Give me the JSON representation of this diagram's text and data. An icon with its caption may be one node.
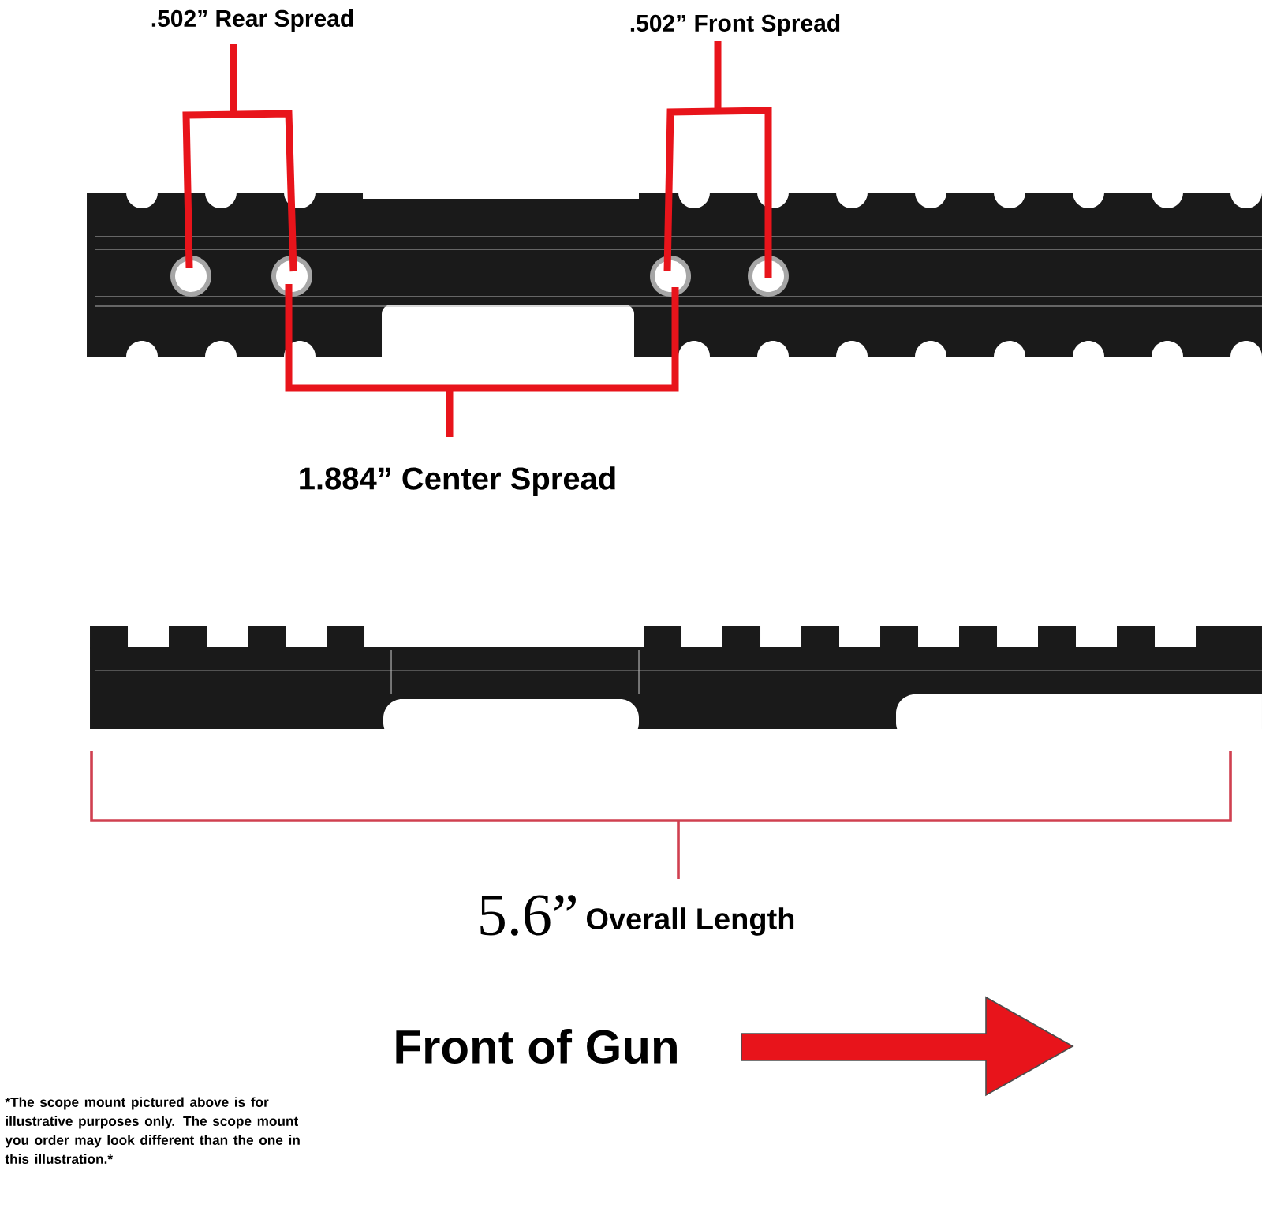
{
  "diagram": {
    "labels": [
      ".502” Rear Spread",
      ".502” Front Spread",
      "1.884” Center Spread",
      "5.6”",
      "Overall Length",
      "Front of Gun",
      "*The scope mount pictured above is for illustrative purposes only. The scope mount you order may look different than the one in this illustration.*"
    ]
  }
}
